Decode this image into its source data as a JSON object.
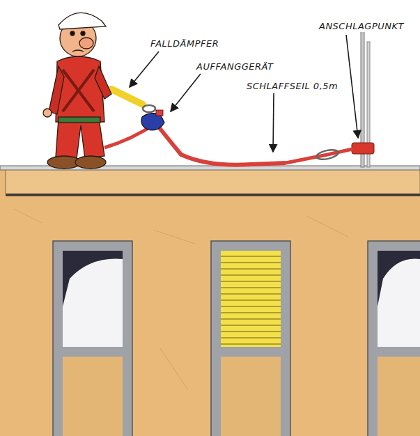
{
  "diagram": {
    "labels": [
      "FALLDÄMPFER",
      "AUFFANGGERÄT",
      "SCHLAFFSEIL 0,5m",
      "ANSCHLAGPUNKT"
    ]
  }
}
